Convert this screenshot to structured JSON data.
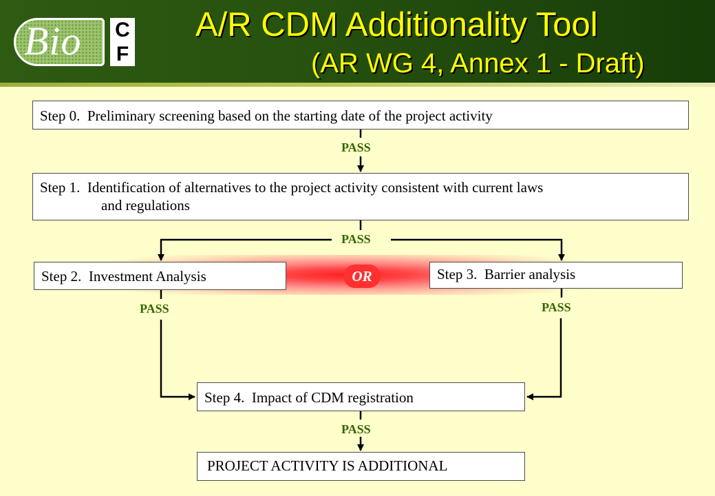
{
  "header": {
    "title": "A/R CDM  Additionality Tool",
    "subtitle": "(AR WG 4, Annex 1 - Draft)",
    "logo": {
      "bio": "Bio",
      "c": "C",
      "f": "F"
    }
  },
  "diagram": {
    "steps": {
      "step0": "Step 0.  Preliminary screening based on the starting date of the project activity",
      "step1_line1": "Step 1.  Identification of alternatives to the project activity consistent with current laws",
      "step1_line2": "and regulations",
      "step2": "Step 2.  Investment Analysis",
      "step3": "Step 3.  Barrier analysis",
      "step4": "Step 4.  Impact of CDM registration",
      "result": "PROJECT ACTIVITY IS ADDITIONAL"
    },
    "pass_label": "PASS",
    "or_label": "OR"
  },
  "colors": {
    "header_green": "#27520f",
    "title_yellow": "#ffff00",
    "background": "#FFFFCC",
    "pass_green": "#336600",
    "or_red": "#ff3030"
  }
}
